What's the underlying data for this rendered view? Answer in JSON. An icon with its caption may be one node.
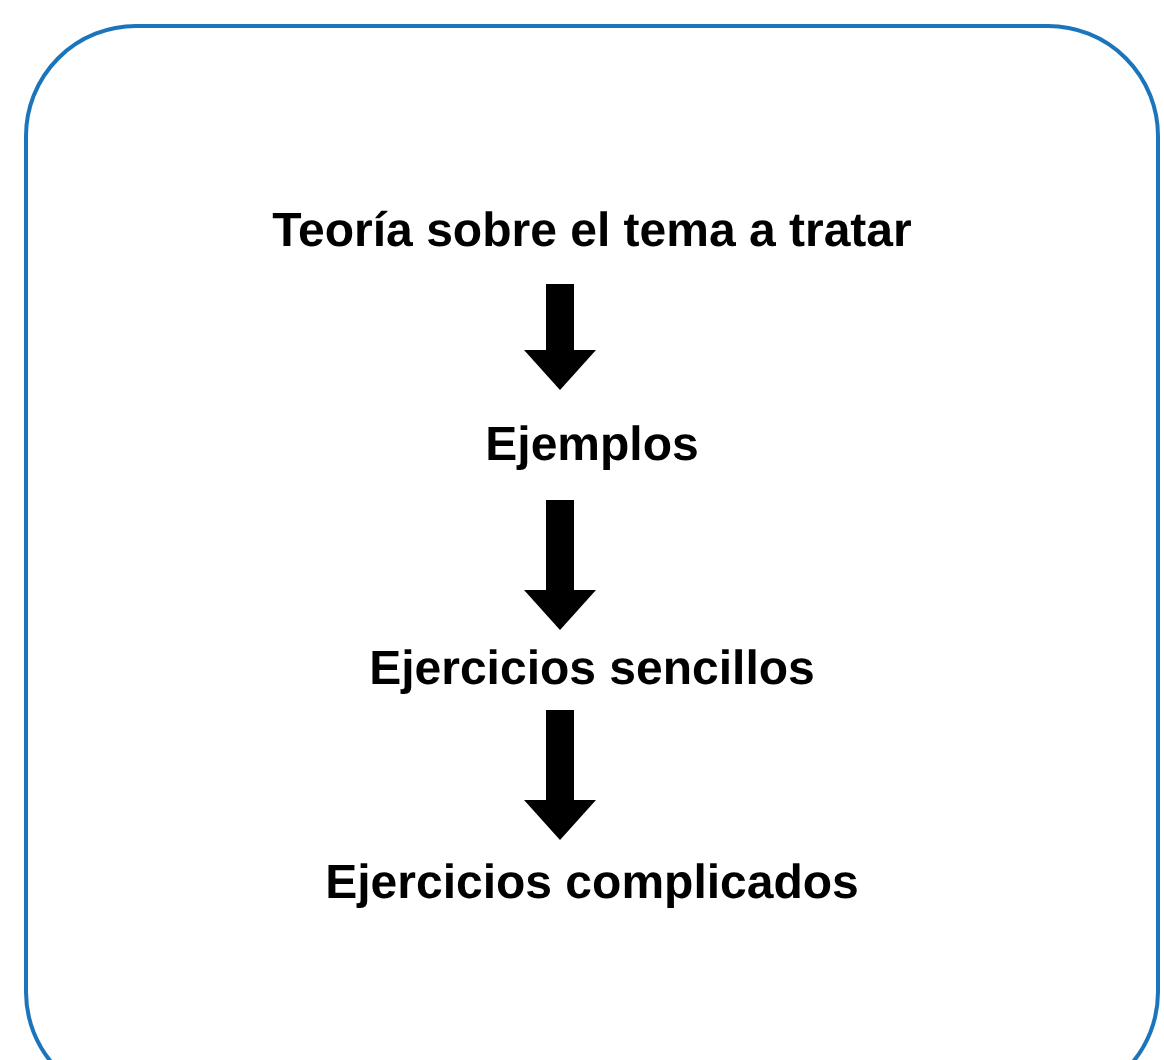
{
  "diagram": {
    "nodes": [
      {
        "text": [],
        "shape": "box"
      },
      {
        "text": [
          "Teoría sobre el tema a tratar"
        ],
        "in": 0
      },
      {
        "text": [
          "Ejemplos"
        ],
        "in": 0
      },
      {
        "text": [
          "Ejercicios sencillos"
        ],
        "in": 0
      },
      {
        "text": [
          "Ejercicios complicados"
        ],
        "in": 0
      }
    ],
    "edges": [
      {
        "from": 1,
        "to": 2,
        "arrow": "to"
      },
      {
        "from": 2,
        "to": 3,
        "arrow": "to"
      },
      {
        "from": 3,
        "to": 4,
        "arrow": "to"
      }
    ]
  }
}
